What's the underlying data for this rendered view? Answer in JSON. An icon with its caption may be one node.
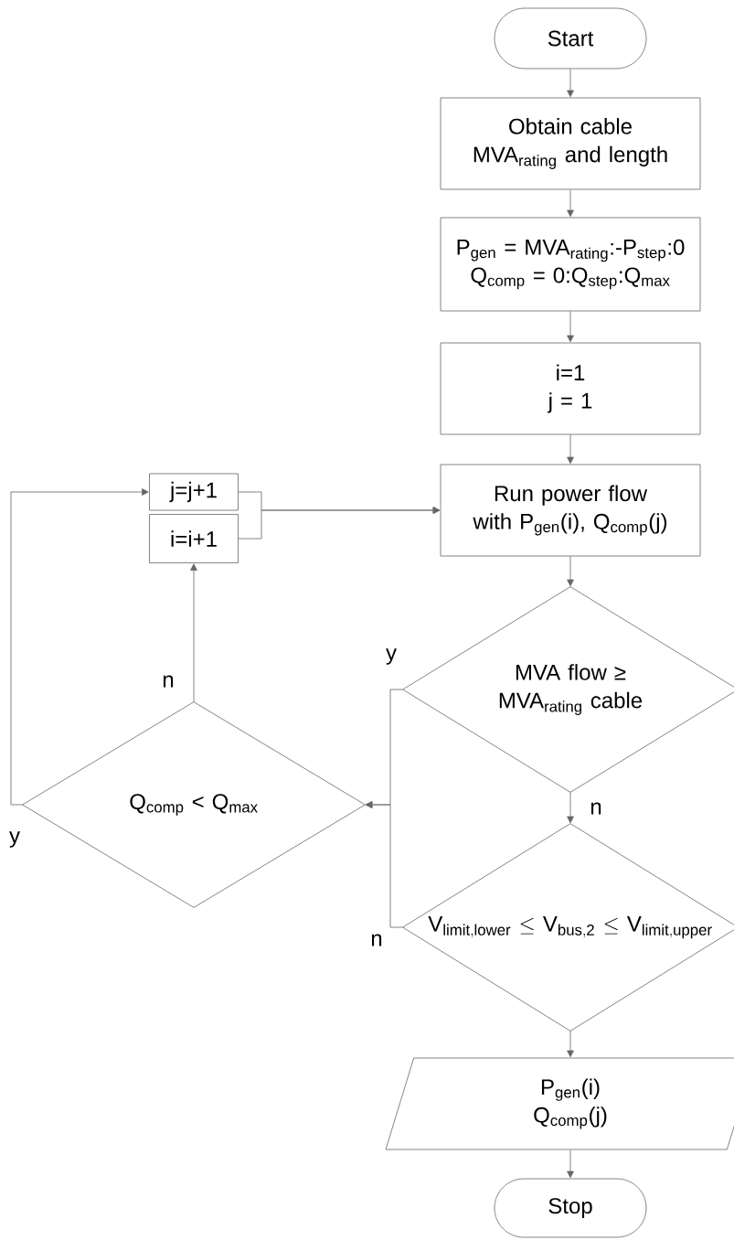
{
  "diagram": {
    "nodes": [
      {
        "text": [
          "Start"
        ]
      },
      {
        "text": [
          "Obtain cable MVA$_{rating}$ and length"
        ]
      },
      {
        "text": [
          "P$_{gen}$ = MVA$_{rating}$:-P$_{step}$:0",
          "Q$_{comp}$ = 0:Q$_{step}$:Q$_{max}$"
        ]
      },
      {
        "text": [
          "i=1",
          "j = 1"
        ]
      },
      {
        "text": [
          "Run power flow with P$_{gen}$(i), Q$_{comp}$(j)"
        ]
      },
      {
        "text": [
          "MVA flow ≥ MVA$_{rating}$ cable"
        ]
      },
      {
        "text": [
          "\\mathrm{V}_{\\mathrm{limit,lower}} \\leq \\mathrm{V}_{\\mathrm{bus,2}} \\leq \\mathrm{V}_{\\mathrm{limit,upper}}"
        ]
      },
      {
        "text": [
          "P$_{gen}$(i)",
          "Q$_{comp}$(j)"
        ]
      },
      {
        "text": [
          "Stop"
        ]
      },
      {
        "text": [
          "Q$_{comp}$ < Q$_{max}$"
        ]
      },
      {
        "text": [
          "j=j+1"
        ]
      },
      {
        "text": [
          "i=i+1"
        ]
      }
    ],
    "edges": [
      {
        "from": 0,
        "to": 1,
        "arrow": "to"
      },
      {
        "from": 1,
        "to": 2,
        "arrow": "to"
      },
      {
        "from": 2,
        "to": 3,
        "arrow": "to"
      },
      {
        "from": 3,
        "to": 4,
        "arrow": "to"
      },
      {
        "from": 4,
        "to": 5,
        "arrow": "to"
      },
      {
        "from": 5,
        "to": 6,
        "arrow": "to",
        "label": "n"
      },
      {
        "from": 6,
        "to": 7,
        "arrow": "to"
      },
      {
        "from": 7,
        "to": 8,
        "arrow": "to"
      },
      {
        "from": 5,
        "to": 9,
        "arrow": "to",
        "label": "y"
      },
      {
        "from": 6,
        "to": 9,
        "arrow": "to",
        "label": "n"
      },
      {
        "from": 9,
        "to": 11,
        "arrow": "to",
        "label": "n"
      },
      {
        "from": 9,
        "to": 10,
        "arrow": "to",
        "label": "y"
      },
      {
        "from": 10,
        "to": 4,
        "arrow": "to"
      },
      {
        "from": 11,
        "to": 4,
        "arrow": "to"
      }
    ]
  }
}
